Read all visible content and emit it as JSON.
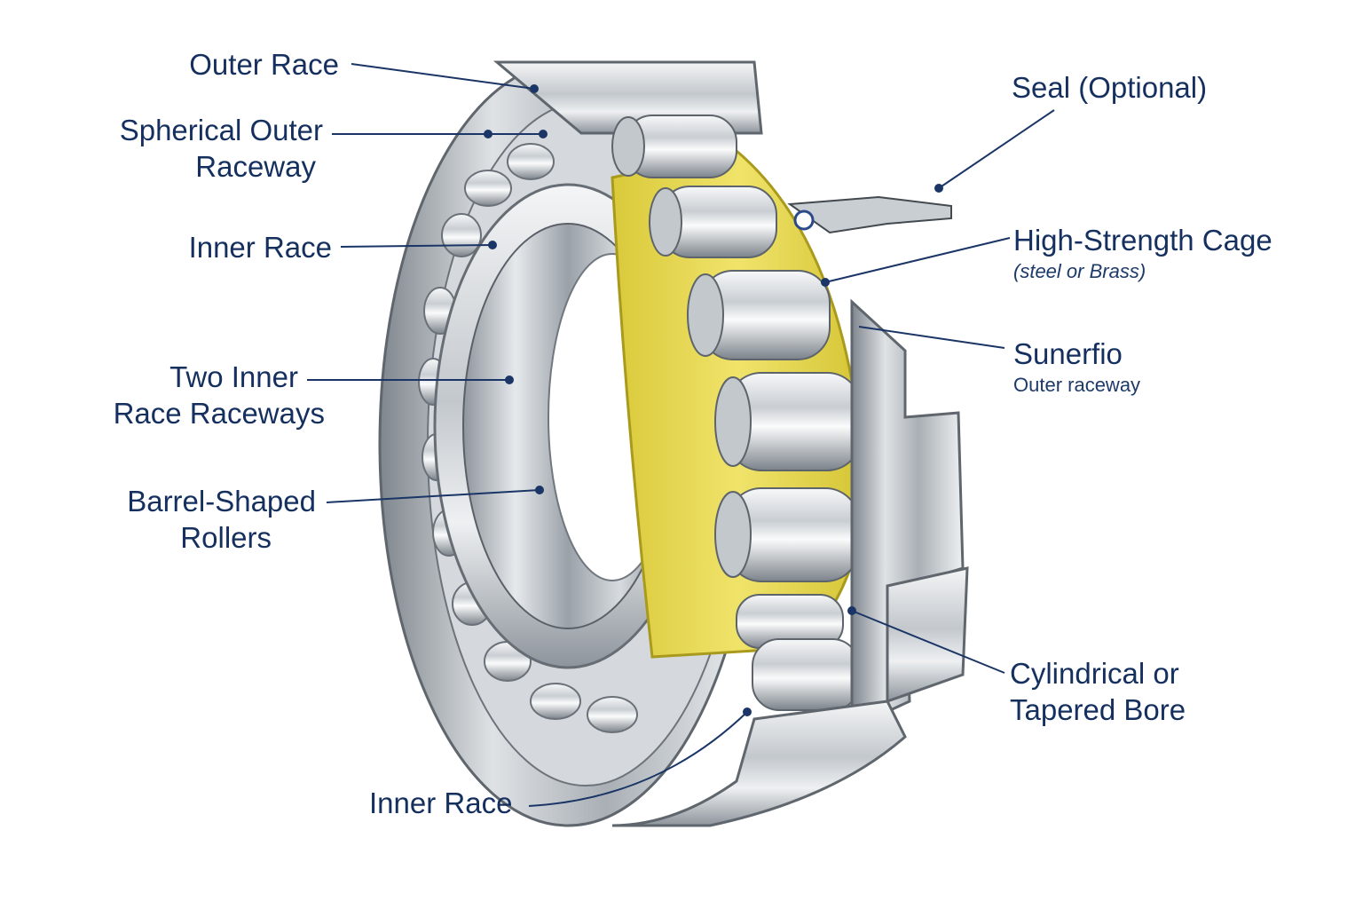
{
  "colors": {
    "label_text": "#15305f",
    "leader_line": "#1a3566",
    "steel_light": "#e9ecef",
    "steel_mid": "#b7bdc4",
    "steel_dark": "#6e757d",
    "cage_yellow": "#e9d94a",
    "cage_edge": "#b7a822"
  },
  "labels": {
    "outer_race": "Outer Race",
    "spherical_outer_raceway": [
      "Spherical Outer",
      "Raceway"
    ],
    "inner_race_top": "Inner Race",
    "two_inner_race_raceways": [
      "Two Inner",
      "Race Raceways"
    ],
    "barrel_shaped_rollers": [
      "Barrel-Shaped",
      "Rollers"
    ],
    "inner_race_bottom": "Inner Race",
    "seal": "Seal (Optional)",
    "cage": "High-Strength Cage",
    "cage_note": "(steel or Brass)",
    "sunerfio": "Sunerfio",
    "sunerfio_note": "Outer raceway",
    "bore": [
      "Cylindrical or",
      "Tapered Bore"
    ]
  }
}
